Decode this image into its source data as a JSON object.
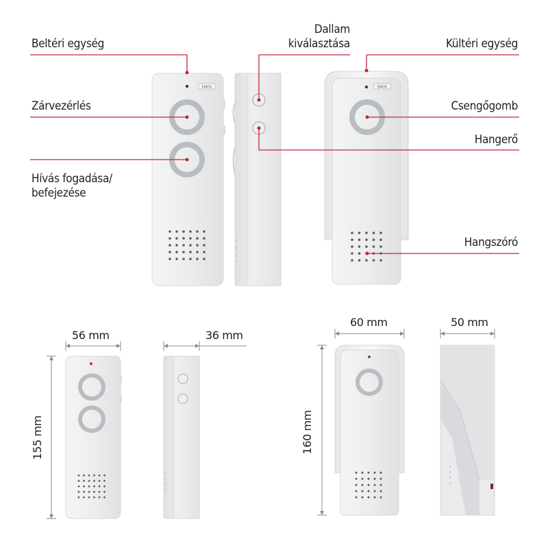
{
  "labels": {
    "indoor_unit": "Beltéri egység",
    "lock_control": "Zárvezérlés",
    "call_answer_line1": "Hívás fogadása/",
    "call_answer_line2": "befejezése",
    "melody_line1": "Dallam",
    "melody_line2": "kiválasztása",
    "outdoor_unit": "Kültéri egység",
    "bell_button": "Csengőgomb",
    "volume": "Hangerő",
    "speaker": "Hangszóró"
  },
  "dimensions": {
    "indoor_width": "56 mm",
    "indoor_depth": "36 mm",
    "indoor_height": "155 mm",
    "outdoor_width": "60 mm",
    "outdoor_depth": "50 mm",
    "outdoor_height": "160 mm"
  },
  "brand_text": "EMOS",
  "colors": {
    "callout_line": "#c0283a",
    "device_body": "#e9eaec",
    "button_ring": "#b9bcc1"
  }
}
